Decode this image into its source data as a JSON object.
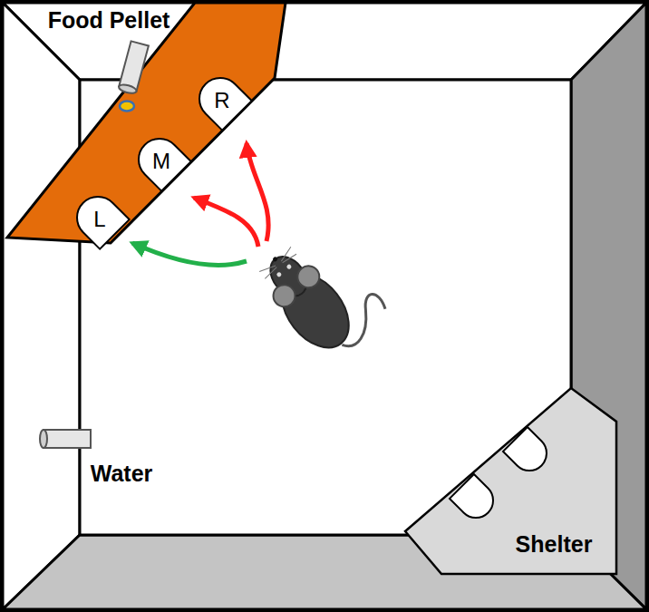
{
  "diagram": {
    "nodes": [
      {
        "text": [
          "L"
        ]
      },
      {
        "text": [
          "M"
        ]
      },
      {
        "text": [
          "R"
        ]
      },
      {
        "text": [
          "Shelter"
        ]
      }
    ],
    "labels": [
      "Food Pellet",
      "Water"
    ]
  }
}
